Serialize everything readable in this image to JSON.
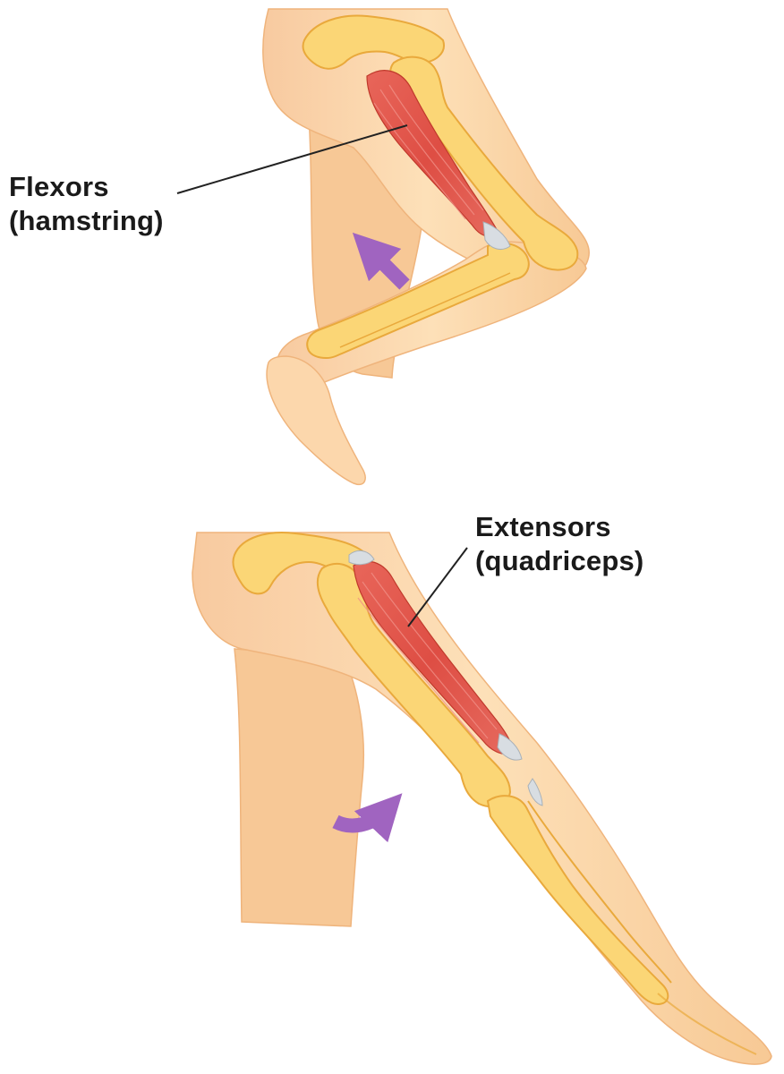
{
  "labels": {
    "flexors": {
      "name": "Flexors",
      "detail": "(hamstring)"
    },
    "extensors": {
      "name": "Extensors",
      "detail": "(quadriceps)"
    }
  },
  "colors": {
    "skin": "#fcd9ae",
    "skin_shadow": "#f6c48f",
    "bone": "#fbd676",
    "bone_outline": "#e9a93c",
    "muscle": "#e2574c",
    "muscle_stripe": "#f08f86",
    "tendon": "#d8dde2",
    "arrow": "#a064c0",
    "leader_line": "#222222"
  }
}
